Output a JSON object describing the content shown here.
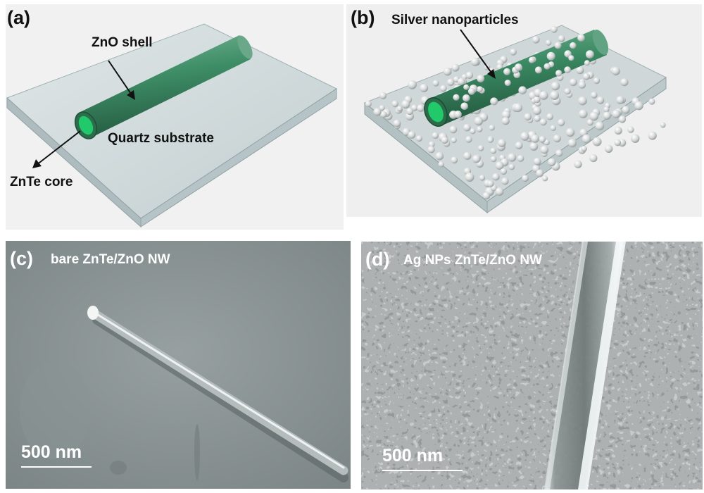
{
  "panel_a": {
    "label": "(a)",
    "shell_label": "ZnO shell",
    "substrate_label": "Quartz substrate",
    "core_label": "ZnTe core"
  },
  "panel_b": {
    "label": "(b)",
    "particles_label": "Silver nanoparticles"
  },
  "panel_c": {
    "label": "(c)",
    "caption": "bare ZnTe/ZnO NW",
    "scale": "500 nm"
  },
  "panel_d": {
    "label": "(d)",
    "caption": "Ag NPs ZnTe/ZnO NW",
    "scale": "500 nm"
  },
  "colors": {
    "nanowire_green": "#2f8a5e",
    "core_green": "#22c96a",
    "glass": "#c8d2d4",
    "sem_gray": "#8c9595"
  }
}
